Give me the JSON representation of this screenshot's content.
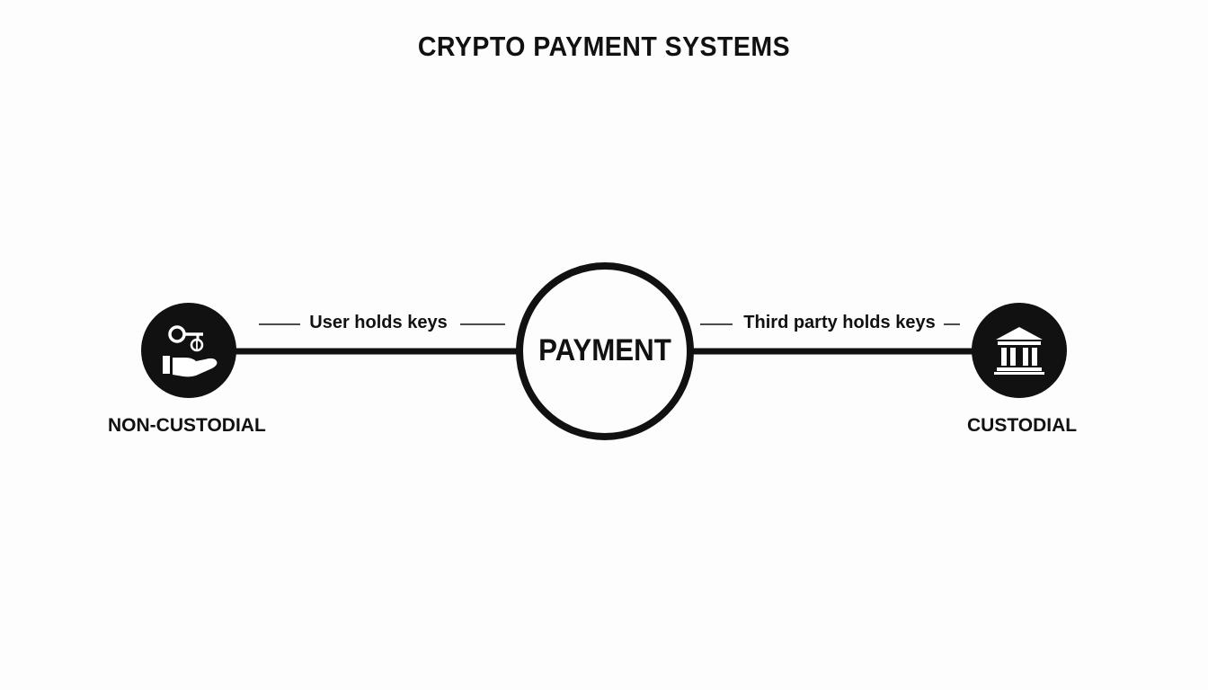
{
  "title": "CRYPTO PAYMENT SYSTEMS",
  "center_node": {
    "label": "PAYMENT"
  },
  "left_node": {
    "caption": "NON-CUSTODIAL",
    "icon": "hand-key-icon",
    "edge_label": "User holds keys"
  },
  "right_node": {
    "caption": "CUSTODIAL",
    "icon": "bank-icon",
    "edge_label": "Third party holds keys"
  },
  "colors": {
    "ink": "#111111",
    "background": "#fdfdfd"
  }
}
